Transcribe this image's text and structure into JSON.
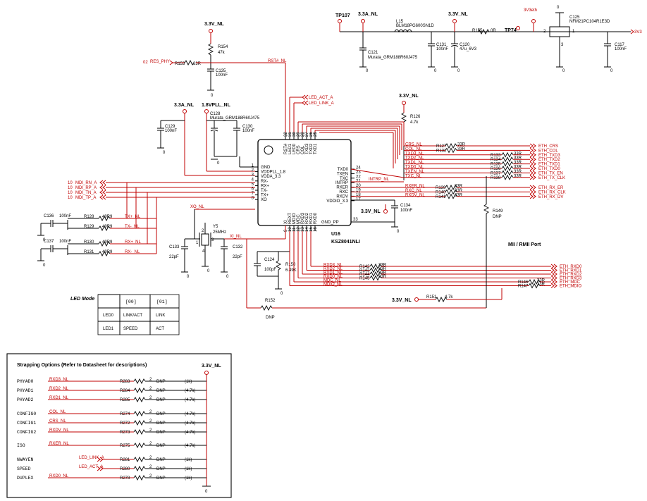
{
  "chip": {
    "ref": "U16",
    "part": "KSZ8041NLI",
    "left_pins": [
      {
        "num": "1",
        "name": "GND"
      },
      {
        "num": "2",
        "name": "VDDPLL_1.8"
      },
      {
        "num": "3",
        "name": "VDDA_3.3"
      },
      {
        "num": "4",
        "name": "RX-"
      },
      {
        "num": "5",
        "name": "RX+"
      },
      {
        "num": "6",
        "name": "TX-"
      },
      {
        "num": "7",
        "name": "TX+"
      },
      {
        "num": "8",
        "name": "XO"
      }
    ],
    "right_pins": [
      {
        "num": "24",
        "name": "TXD0"
      },
      {
        "num": "23",
        "name": "TXEN"
      },
      {
        "num": "22",
        "name": "TXC"
      },
      {
        "num": "21",
        "name": "INTRP"
      },
      {
        "num": "20",
        "name": "RXER"
      },
      {
        "num": "19",
        "name": "RXC"
      },
      {
        "num": "18",
        "name": "RXDV"
      },
      {
        "num": "17",
        "name": "VDDIO_3.3"
      }
    ],
    "top_pins": [
      {
        "num": "32",
        "name": "RST#"
      },
      {
        "num": "31",
        "name": "LED1"
      },
      {
        "num": "30",
        "name": "LED0"
      },
      {
        "num": "29",
        "name": "CRS"
      },
      {
        "num": "28",
        "name": "COL"
      },
      {
        "num": "27",
        "name": "TXD3"
      },
      {
        "num": "26",
        "name": "TXD2"
      },
      {
        "num": "25",
        "name": "TXD1"
      }
    ],
    "bottom_pins": [
      {
        "num": "9",
        "name": "XI"
      },
      {
        "num": "10",
        "name": "REXT"
      },
      {
        "num": "11",
        "name": "MDIO"
      },
      {
        "num": "12",
        "name": "MDC"
      },
      {
        "num": "13",
        "name": "RXD3"
      },
      {
        "num": "14",
        "name": "RXD2"
      },
      {
        "num": "15",
        "name": "RXD1"
      },
      {
        "num": "16",
        "name": "RXD0"
      }
    ],
    "gnd_pp": {
      "num": "33",
      "name": "GND_PP"
    }
  },
  "power": {
    "v33": "3.3V_NL",
    "v33a": "3.3A_NL",
    "v18": "1.8VPLL_NL",
    "v3both": "3V3eth"
  },
  "top_section": {
    "tp107": "TP107",
    "l15": {
      "ref": "L15",
      "part": "BLM18PG600SN1D"
    },
    "c121": {
      "ref": "C121",
      "part": "Murata_GRM188R60J475"
    },
    "c131": {
      "ref": "C131",
      "value": "100nF"
    },
    "c120": {
      "ref": "C120",
      "value": "47u_6V3"
    },
    "r155": {
      "ref": "R155",
      "value": "0R"
    },
    "tp74": "TP74",
    "c125": {
      "ref": "C125",
      "part": "NFM21PC104R1E3D"
    },
    "c117": {
      "ref": "C117",
      "value": "100nF"
    },
    "out_label": "3V3",
    "c125_pins": [
      "1",
      "2",
      "3"
    ],
    "top_gnd_num": "0"
  },
  "reset": {
    "net": "RES_PHY",
    "prefix": "02",
    "r153": {
      "ref": "R153",
      "value": "33R"
    },
    "r154": {
      "ref": "R154",
      "value": "47k"
    },
    "c135": {
      "ref": "C135",
      "value": "100nF"
    },
    "net_out": "RST#_NL"
  },
  "leds": {
    "act": "LED_ACT_A",
    "link": "LED_LINK_A"
  },
  "decoupling": {
    "c129": {
      "ref": "C129",
      "value": "100nF"
    },
    "c128": {
      "ref": "C128",
      "part": "Murata_GRM188R60J475"
    },
    "c130": {
      "ref": "C130",
      "value": "100nF"
    },
    "c134": {
      "ref": "C134",
      "value": "100nF"
    },
    "r126": {
      "ref": "R126",
      "value": "4.7k"
    }
  },
  "mdi": {
    "prefix": "10",
    "nets": [
      "MDI_RN_A",
      "MDI_RP_A",
      "MDI_TN_A",
      "MDI_TP_A"
    ]
  },
  "termination": [
    {
      "cap": "C136",
      "cap_value": "100nF",
      "rows": [
        {
          "ref": "R128",
          "value": "49R9",
          "net": "TX+_NL"
        },
        {
          "ref": "R129",
          "value": "49R9",
          "net": "TX-_NL"
        }
      ]
    },
    {
      "cap": "C137",
      "cap_value": "100nF",
      "rows": [
        {
          "ref": "R130",
          "value": "49R9",
          "net": "RX+_NL"
        },
        {
          "ref": "R131",
          "value": "49R9",
          "net": "RX-_NL"
        }
      ]
    }
  ],
  "crystal": {
    "xo_net": "XO_NL",
    "xi_net": "XI_NL",
    "y5": {
      "ref": "Y5",
      "freq": "25MHz"
    },
    "c133": {
      "ref": "C133",
      "value": "22pF"
    },
    "c132": {
      "ref": "C132",
      "value": "22pF"
    },
    "pin_labels": [
      "1",
      "2",
      "3",
      "4"
    ]
  },
  "rext": {
    "c124": {
      "ref": "C124",
      "value": "100pF"
    },
    "r150": {
      "ref": "R150",
      "value": "6.49K"
    },
    "r152": {
      "ref": "R152",
      "value": "DNP"
    }
  },
  "mii_tx": [
    {
      "net": "CRS_NL",
      "ref": "R127",
      "value": "33R",
      "out": "ETH_CRS"
    },
    {
      "net": "COL_NL",
      "ref": "R132",
      "value": "33R",
      "out": "ETH_COL"
    },
    {
      "net": "TXD3_NL",
      "ref": "R133",
      "value": "33R",
      "out": "ETH_TXD3"
    },
    {
      "net": "TXD2_NL",
      "ref": "R134",
      "value": "33R",
      "out": "ETH_TXD2"
    },
    {
      "net": "TXD1_NL",
      "ref": "R135",
      "value": "33R",
      "out": "ETH_TXD1"
    },
    {
      "net": "TXD0_NL",
      "ref": "R136",
      "value": "33R",
      "out": "ETH_TXD0"
    },
    {
      "net": "TXEN_NL",
      "ref": "R137",
      "value": "33R",
      "out": "ETH_TX_EN"
    },
    {
      "net": "TXC_NL",
      "ref": "R138",
      "value": "33R",
      "out": "ETH_TX_CLK"
    }
  ],
  "intrp_net": "INTRP_NL",
  "mii_rx_ctrl": [
    {
      "net": "RXER_NL",
      "ref": "R139",
      "value": "33R",
      "out": "ETH_RX_ER"
    },
    {
      "net": "RXC_NL",
      "ref": "R140",
      "value": "33R",
      "out": "ETH_RX_CLK"
    },
    {
      "net": "RXDV_NL",
      "ref": "R141",
      "value": "33R",
      "out": "ETH_RX_DV"
    }
  ],
  "r149": {
    "ref": "R149",
    "value": "DNP"
  },
  "mii_label": "MII / RMII Port",
  "mii_rxd": [
    {
      "net": "RXD3_NL",
      "ref": "R142",
      "value": "33R",
      "out": "ETH_RXD0"
    },
    {
      "net": "RXD2_NL",
      "ref": "R143",
      "value": "33R",
      "out": "ETH_RXD1"
    },
    {
      "net": "RXD1_NL",
      "ref": "R144",
      "value": "33R",
      "out": "ETH_RXD2"
    },
    {
      "net": "RXD0_NL",
      "ref": "R145",
      "value": "33R",
      "out": "ETH_RXD3"
    },
    {
      "net": "MDC_NL",
      "ref": "R146",
      "value": "33R",
      "out": "ETH_MDC"
    },
    {
      "net": "MDIO_NL",
      "ref": "R147",
      "value": "33R",
      "out": "ETH_MDIO"
    }
  ],
  "r151": {
    "ref": "R151",
    "value": "4.7k"
  },
  "led_table": {
    "title": "LED Mode",
    "headers": [
      "[00]",
      "[01]"
    ],
    "rows": [
      {
        "name": "LED0",
        "a": "LINK/ACT",
        "b": "LINK"
      },
      {
        "name": "LED1",
        "a": "SPEED",
        "b": "ACT"
      }
    ]
  },
  "strapping": {
    "title": "Strapping Options  (Refer to Datasheet for descriptions)",
    "rows": [
      {
        "opt": "PHYAD0",
        "net": "RXD3_NL",
        "ref": "R283",
        "pin": "2",
        "val": "DNP",
        "note": "(1k)"
      },
      {
        "opt": "PHYAD1",
        "net": "RXD2_NL",
        "ref": "R284",
        "pin": "2",
        "val": "DNP",
        "note": "(4.7k)"
      },
      {
        "opt": "PHYAD2",
        "net": "RXD1_NL",
        "ref": "R285",
        "pin": "2",
        "val": "DNP",
        "note": "(4.7k)"
      },
      {
        "opt": "CONFIG0",
        "net": "COL_NL",
        "ref": "R274",
        "pin": "2",
        "val": "DNP",
        "note": "(4.7k)"
      },
      {
        "opt": "CONFIG1",
        "net": "CRS_NL",
        "ref": "R272",
        "pin": "2",
        "val": "DNP",
        "note": "(4.7k)"
      },
      {
        "opt": "CONFIG2",
        "net": "RXDV_NL",
        "ref": "R273",
        "pin": "2",
        "val": "DNP",
        "note": "(4.7k)"
      },
      {
        "opt": "ISO",
        "net": "RXER_NL",
        "ref": "R275",
        "pin": "2",
        "val": "DNP",
        "note": "(4.7k)"
      },
      {
        "opt": "NWAYEN",
        "net": "LED_LINK_A",
        "ref": "R281",
        "pin": "2",
        "val": "DNP",
        "note": "(1k)"
      },
      {
        "opt": "SPEED",
        "net": "LED_ACT_A",
        "ref": "R280",
        "pin": "2",
        "val": "DNP",
        "note": "(1k)"
      },
      {
        "opt": "DUPLEX",
        "net": "RXD0_NL",
        "ref": "R278",
        "pin": "2",
        "val": "DNP",
        "note": "(1k)"
      }
    ]
  },
  "gnd_num": "0"
}
